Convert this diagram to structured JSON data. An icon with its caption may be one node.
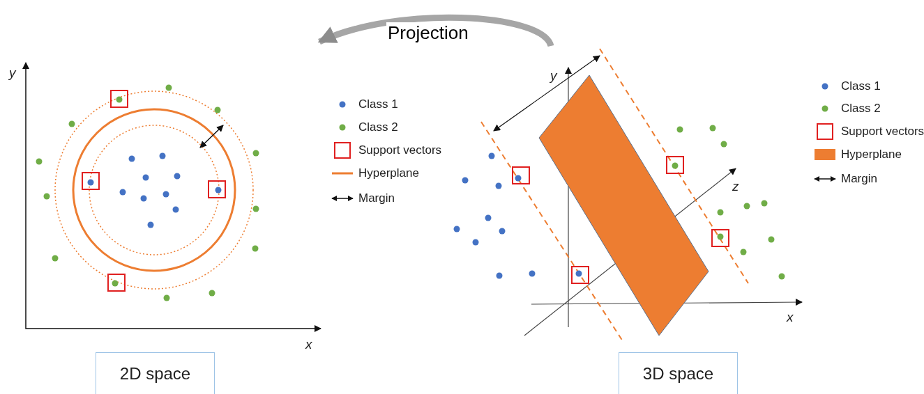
{
  "diagram": {
    "nodes": [
      {
        "text": [],
        "shape": "picture"
      },
      {
        "text": [],
        "shape": "picture"
      },
      {
        "text": [
          "2D space"
        ]
      },
      {
        "text": [
          "3D space"
        ]
      }
    ],
    "edges": [
      {
        "from": 1,
        "to": 0,
        "arrow": "to",
        "label": "Projection"
      }
    ],
    "labels": [
      "y",
      "x",
      "y",
      "z",
      "x"
    ],
    "legend": [
      {
        "text": "Class 1",
        "color": "#4472c4"
      },
      {
        "text": "Class 2",
        "color": "#70ad47"
      },
      {
        "text": "Support vectors"
      },
      {
        "text": "Hyperplane"
      },
      {
        "text": "Margin"
      },
      {
        "text": "Class 1",
        "color": "#4472c4"
      },
      {
        "text": "Class 2",
        "color": "#70ad47"
      },
      {
        "text": "Support vectors"
      },
      {
        "text": "Hyperplane",
        "color": "#ed7d31"
      },
      {
        "text": "Margin"
      }
    ]
  }
}
